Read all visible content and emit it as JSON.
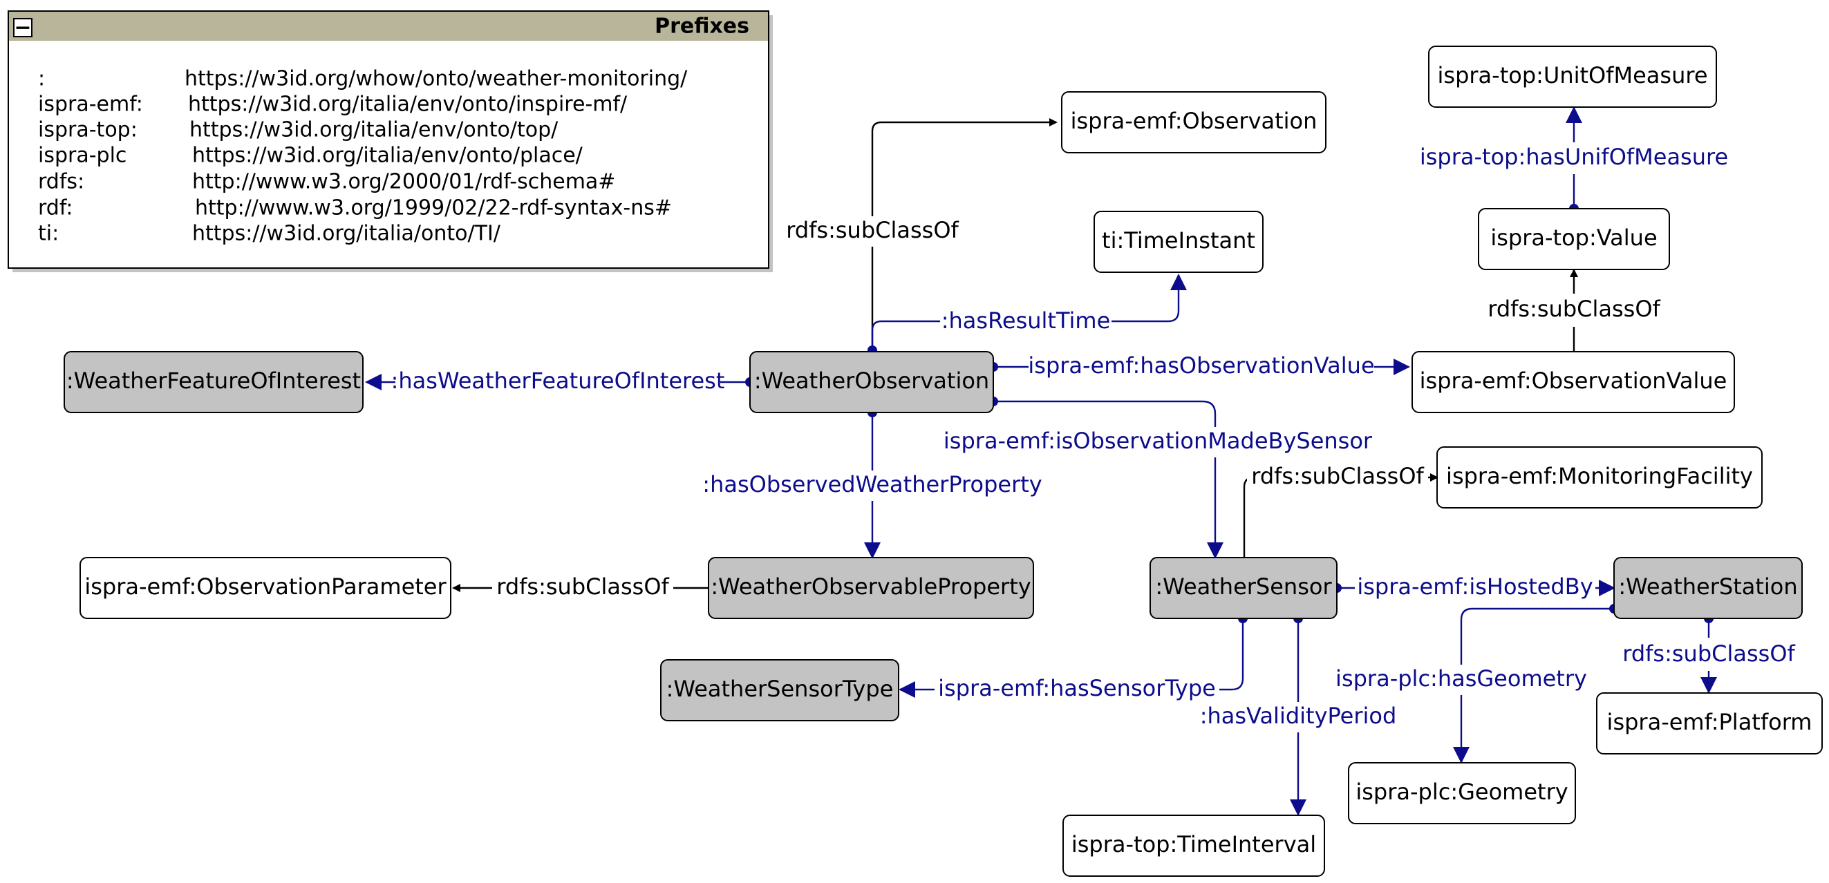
{
  "prefixes": {
    "title": "Prefixes",
    "collapse_symbol": "−",
    "rows": [
      {
        "prefix": ":",
        "uri": "https://w3id.org/whow/onto/weather-monitoring/"
      },
      {
        "prefix": "ispra-emf:",
        "uri": "https://w3id.org/italia/env/onto/inspire-mf/"
      },
      {
        "prefix": "ispra-top:",
        "uri": "https://w3id.org/italia/env/onto/top/"
      },
      {
        "prefix": "ispra-plc",
        "uri": "https://w3id.org/italia/env/onto/place/"
      },
      {
        "prefix": "rdfs:",
        "uri": "http://www.w3.org/2000/01/rdf-schema#"
      },
      {
        "prefix": "rdf:",
        "uri": "http://www.w3.org/1999/02/22-rdf-syntax-ns#"
      },
      {
        "prefix": "ti:",
        "uri": "https://w3id.org/italia/onto/TI/"
      }
    ]
  },
  "colors": {
    "core_fill": "#c3c3c3",
    "external_fill": "#ffffff",
    "object_property": "#0c0c8c",
    "subclass": "#000000",
    "prefix_header": "#b9b59a"
  },
  "nodes": {
    "observation": ":WeatherObservation",
    "feature_of_interest": ":WeatherFeatureOfInterest",
    "observable_property": ":WeatherObservableProperty",
    "sensor": ":WeatherSensor",
    "station": ":WeatherStation",
    "sensor_type": ":WeatherSensorType",
    "emf_observation": "ispra-emf:Observation",
    "time_instant": "ti:TimeInstant",
    "unit_of_measure": "ispra-top:UnitOfMeasure",
    "value": "ispra-top:Value",
    "observation_value": "ispra-emf:ObservationValue",
    "monitoring_facility": "ispra-emf:MonitoringFacility",
    "observation_parameter": "ispra-emf:ObservationParameter",
    "platform": "ispra-emf:Platform",
    "geometry": "ispra-plc:Geometry",
    "time_interval": "ispra-top:TimeInterval"
  },
  "edges": {
    "obs_subclass": "rdfs:subClassOf",
    "has_result_time": ":hasResultTime",
    "has_feature_of_interest": ":hasWeatherFeatureOfInterest",
    "has_observation_value": "ispra-emf:hasObservationValue",
    "made_by_sensor": "ispra-emf:isObservationMadeBySensor",
    "has_observed_property": ":hasObservedWeatherProperty",
    "property_subclass": "rdfs:subClassOf",
    "sensor_subclass": "rdfs:subClassOf",
    "is_hosted_by": "ispra-emf:isHostedBy",
    "has_sensor_type": "ispra-emf:hasSensorType",
    "has_validity_period": ":hasValidityPeriod",
    "has_geometry": "ispra-plc:hasGeometry",
    "station_subclass": "rdfs:subClassOf",
    "value_subclass": "rdfs:subClassOf",
    "has_unit_of_measure": "ispra-top:hasUnifOfMeasure"
  }
}
